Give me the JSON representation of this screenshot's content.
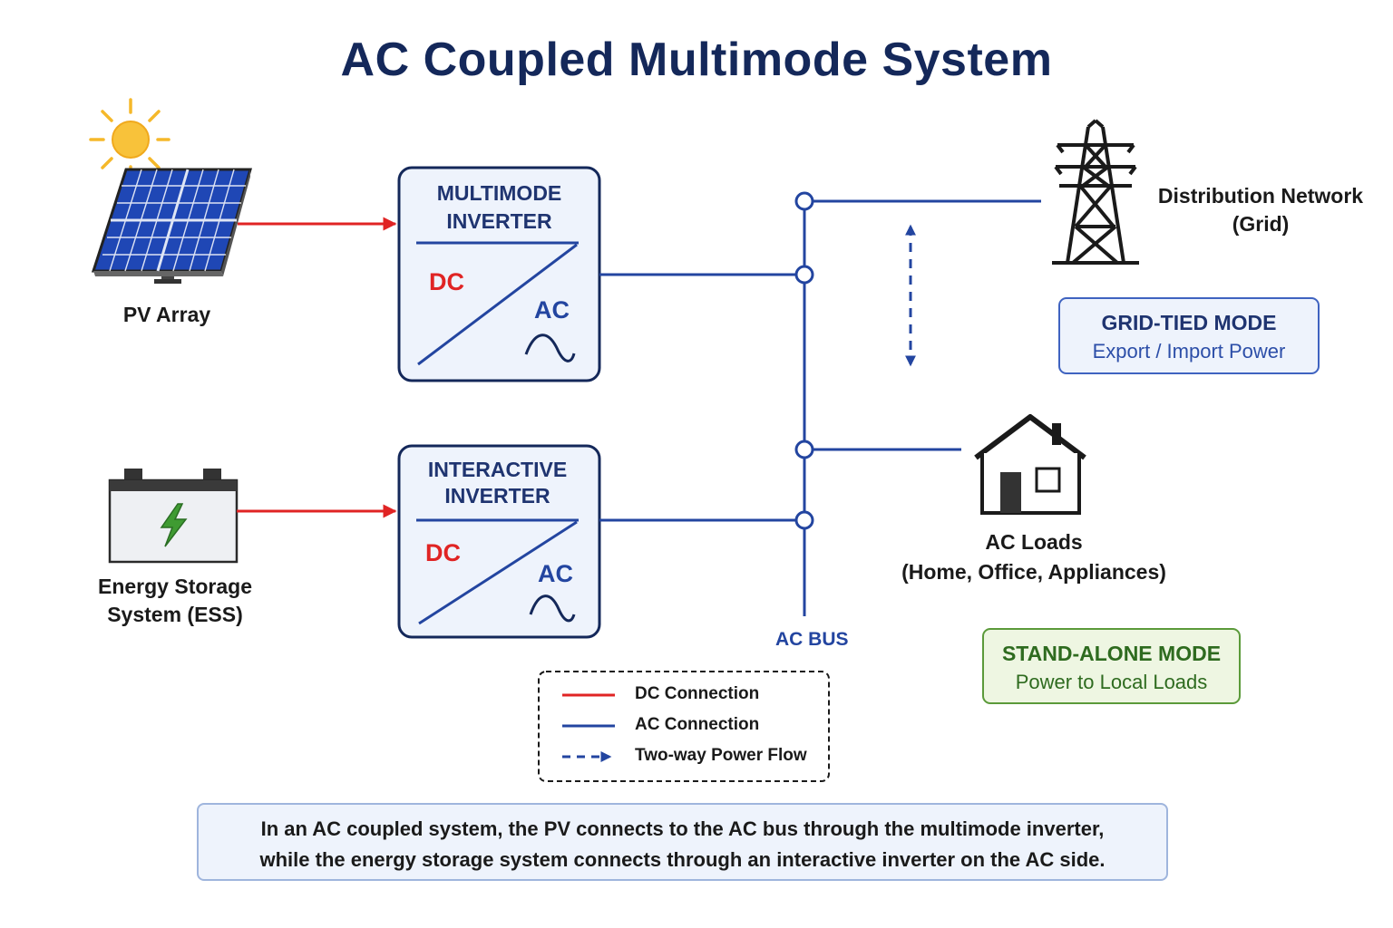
{
  "title": "AC Coupled Multimode System",
  "pv": {
    "label": "PV Array",
    "icon": "solar-panel-icon",
    "sun_icon": "sun-icon"
  },
  "ess": {
    "label_line1": "Energy Storage",
    "label_line2": "System (ESS)",
    "icon": "battery-icon"
  },
  "multimode_inverter": {
    "line1": "MULTIMODE",
    "line2": "INVERTER",
    "dc": "DC",
    "ac": "AC"
  },
  "interactive_inverter": {
    "line1": "INTERACTIVE",
    "line2": "INVERTER",
    "dc": "DC",
    "ac": "AC"
  },
  "ac_bus": {
    "label": "AC BUS"
  },
  "grid": {
    "line1": "Distribution Network",
    "line2": "(Grid)",
    "icon": "transmission-tower-icon"
  },
  "grid_mode": {
    "title": "GRID-TIED MODE",
    "subtitle": "Export / Import Power"
  },
  "loads": {
    "line1": "AC Loads",
    "line2": "(Home, Office, Appliances)",
    "icon": "house-icon"
  },
  "standalone_mode": {
    "title": "STAND-ALONE MODE",
    "subtitle": "Power to Local Loads"
  },
  "legend": {
    "dc": "DC Connection",
    "ac": "AC Connection",
    "flow": "Two-way Power Flow"
  },
  "caption": {
    "line1": "In an AC coupled system, the PV connects to the AC bus through the multimode inverter,",
    "line2": "while the energy storage system connects through an interactive inverter on the AC side."
  },
  "colors": {
    "title": "#14285a",
    "dc_line": "#e02424",
    "ac_line": "#2345a0",
    "panel": "#1f47b5",
    "sun": "#f5b82a",
    "battery_bolt": "#3f9b32",
    "grid_mode_border": "#3f63c0",
    "standalone_border": "#5b9a3a"
  }
}
